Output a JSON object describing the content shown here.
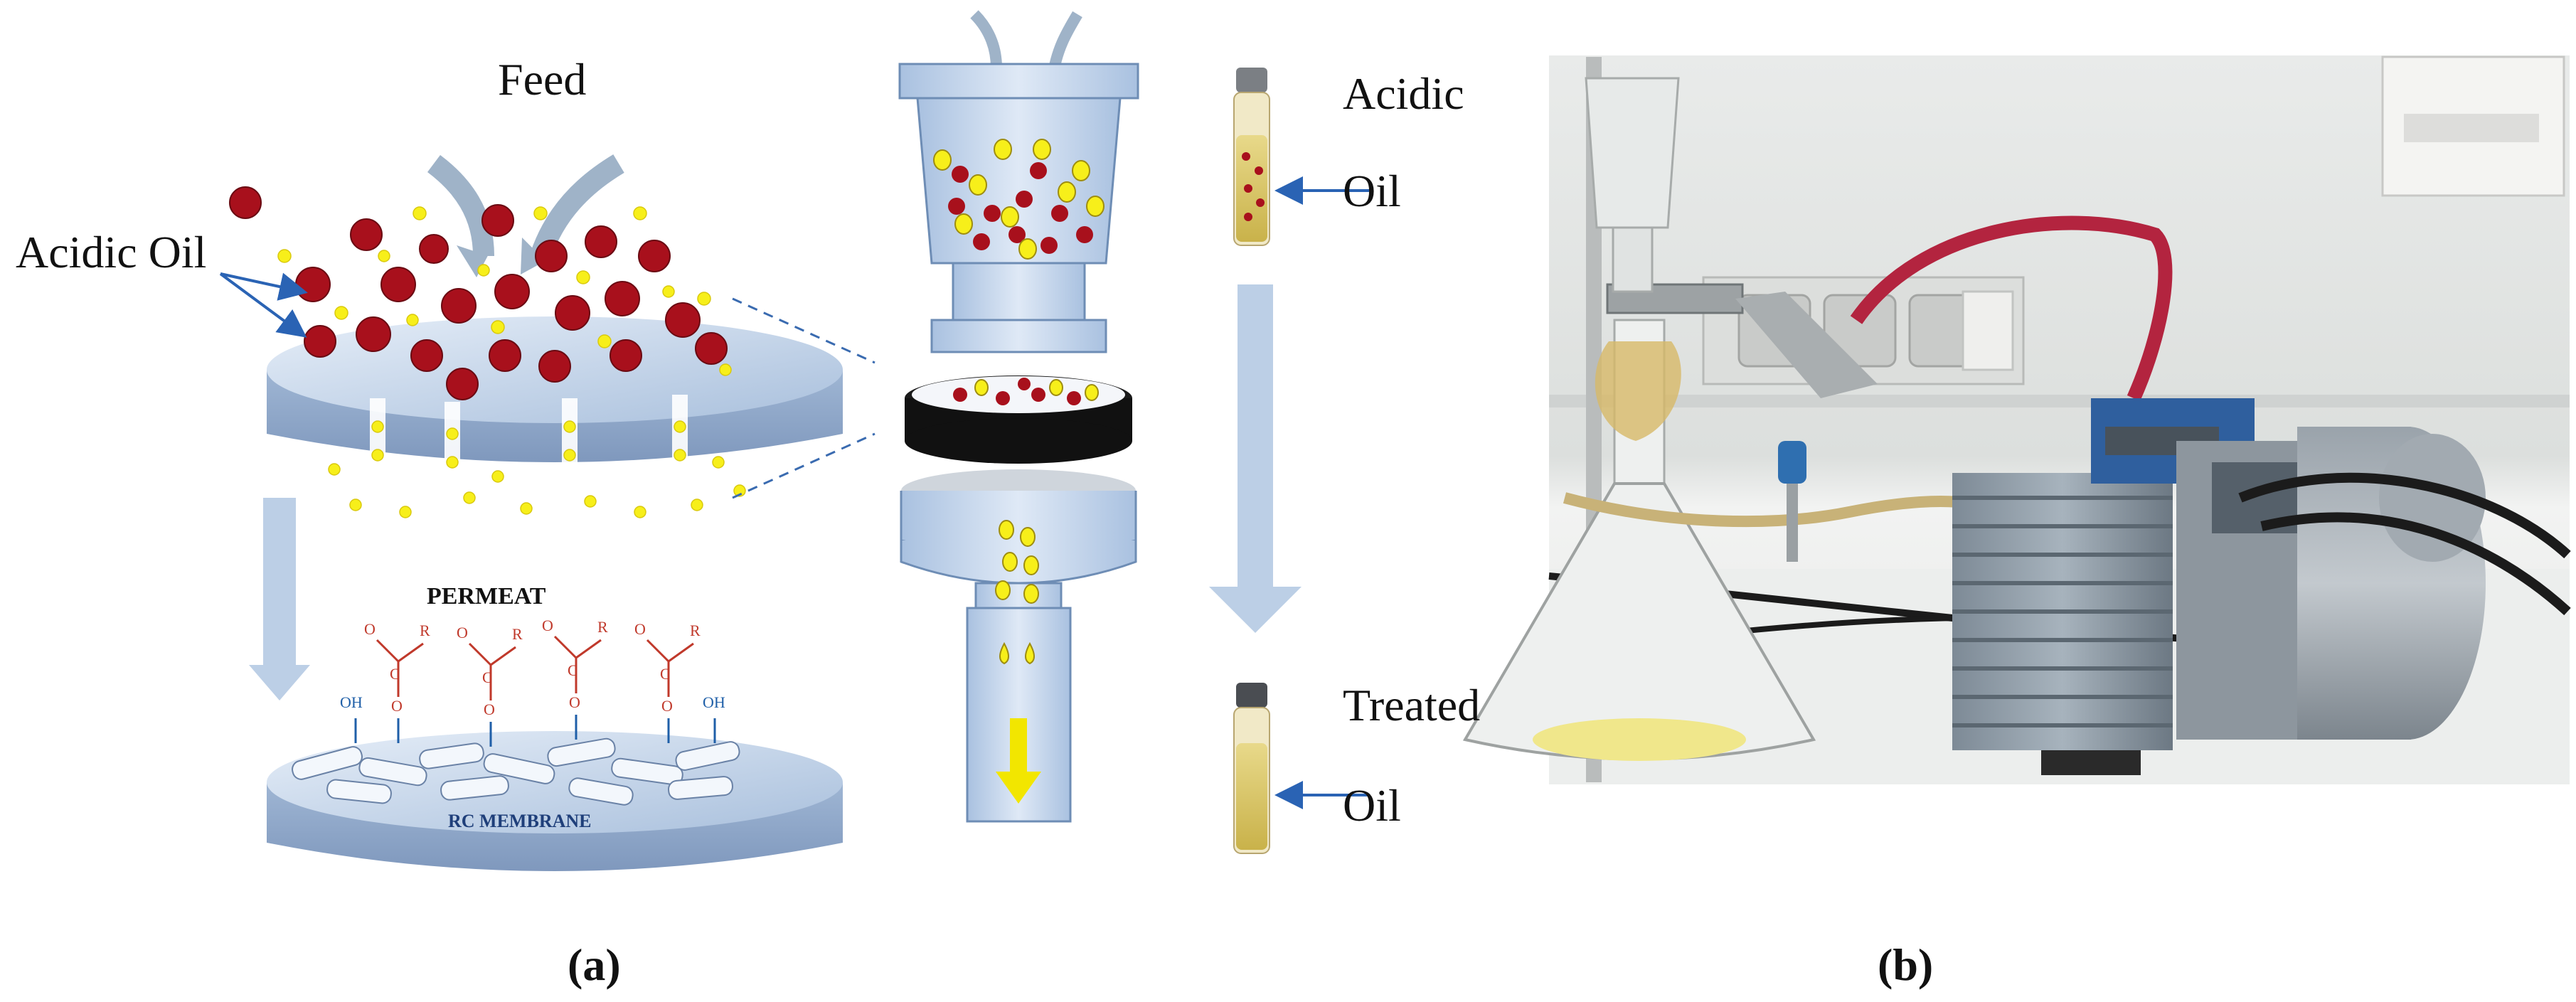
{
  "panel_a": {
    "feed_label": "Feed",
    "acidic_oil_label": "Acidic Oil",
    "permeat_label": "PERMEAT",
    "membrane_label": "RC MEMBRANE",
    "chem_r": "R",
    "chem_c": "C",
    "chem_o": "O",
    "chem_oh": "OH",
    "vial_top_line1": "Acidic",
    "vial_top_line2": "Oil",
    "vial_bottom_line1": "Treated",
    "vial_bottom_line2": "Oil",
    "caption": "(a)"
  },
  "panel_b": {
    "caption": "(b)"
  },
  "colors": {
    "acid_droplet": "#a8101c",
    "oil_droplet": "#f7ef1a",
    "membrane_blue": "#b9cde4",
    "flow_arrow": "#bccfe6",
    "ester_red": "#c0392b",
    "hydroxyl_blue": "#1f5fa8"
  }
}
